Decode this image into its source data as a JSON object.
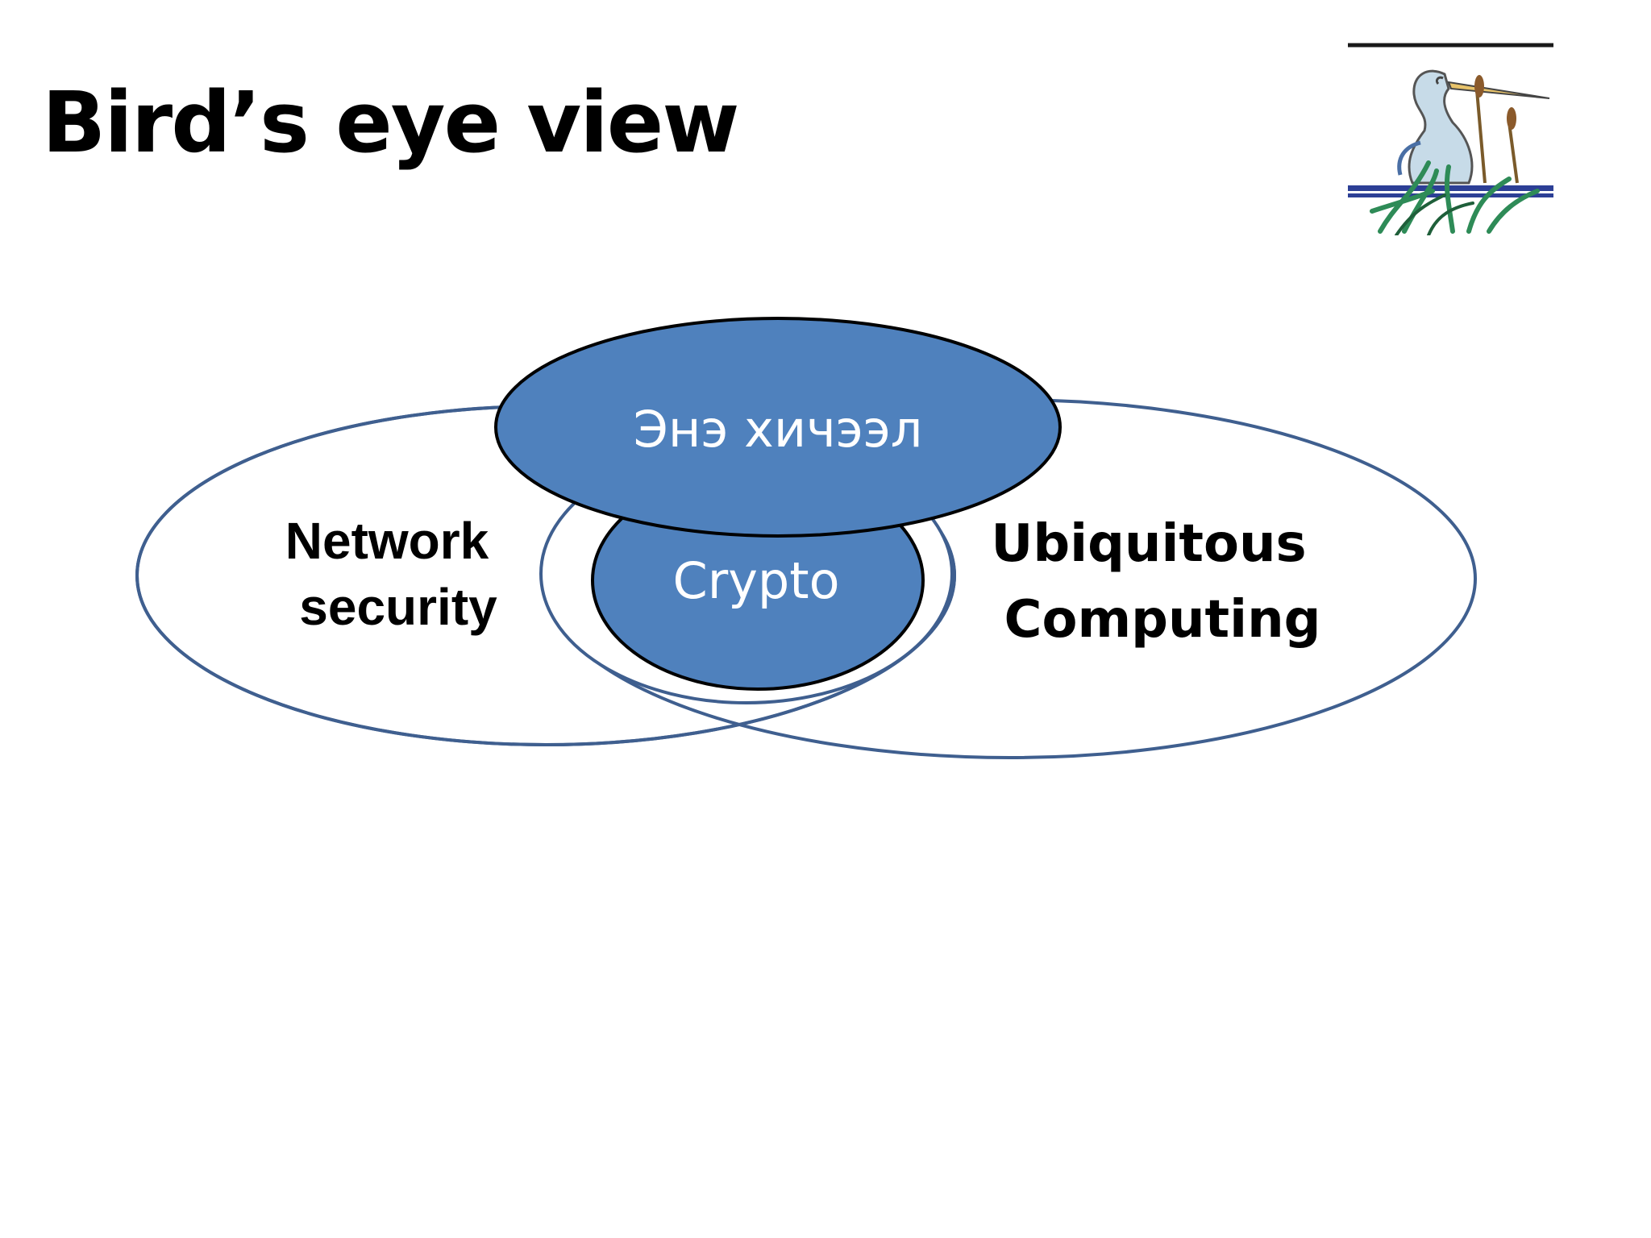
{
  "slide": {
    "title": "Bird’s eye view"
  },
  "logo": {
    "icon": "heron-icon",
    "colors": {
      "water": "#2c3f96",
      "body": "#c7dbe8",
      "beak": "#e8c36a",
      "reeds": "#2e8b57"
    }
  },
  "diagram": {
    "left_ellipse": {
      "lines": [
        "Network",
        "security"
      ]
    },
    "right_ellipse": {
      "lines": [
        "Ubiquitous",
        "Computing"
      ]
    },
    "center_circle": {
      "label": "Crypto"
    },
    "top_ellipse": {
      "label": "Энэ хичээл"
    },
    "colors": {
      "outline": "#3f5f8f",
      "fill": "#4f81bd",
      "stroke_dark": "#000000"
    }
  }
}
